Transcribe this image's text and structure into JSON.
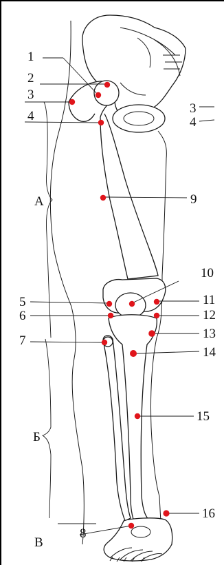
{
  "labels": {
    "l1": "1",
    "l2": "2",
    "l3": "3",
    "l4": "4",
    "r3": "3",
    "r4": "4",
    "l5": "5",
    "l6": "6",
    "l7": "7",
    "l8": "8",
    "l9": "9",
    "l10": "10",
    "l11": "11",
    "l12": "12",
    "l13": "13",
    "l14": "14",
    "l15": "15",
    "l16": "16"
  },
  "regions": {
    "a": "А",
    "b": "Б",
    "v": "В"
  },
  "colors": {
    "landmark": "#e0151b",
    "outline": "#1a1a1a"
  }
}
